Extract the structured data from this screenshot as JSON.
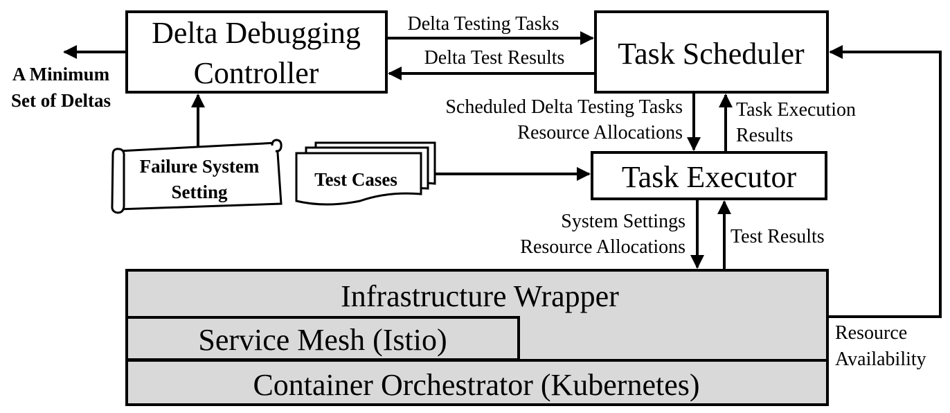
{
  "nodes": {
    "controller": {
      "line1": "Delta Debugging",
      "line2": "Controller"
    },
    "scheduler": {
      "label": "Task Scheduler"
    },
    "executor": {
      "label": "Task Executor"
    },
    "infrastructure_wrapper": {
      "label": "Infrastructure Wrapper"
    },
    "service_mesh": {
      "label": "Service Mesh (Istio)"
    },
    "container_orchestrator": {
      "label": "Container Orchestrator (Kubernetes)"
    },
    "failure_system_setting": {
      "line1": "Failure System",
      "line2": "Setting"
    },
    "test_cases": {
      "label": "Test Cases"
    },
    "output": {
      "line1": "A Minimum",
      "line2": "Set of Deltas"
    }
  },
  "edges": {
    "delta_testing_tasks": "Delta Testing Tasks",
    "delta_test_results": "Delta Test Results",
    "scheduled_tasks": {
      "line1": "Scheduled Delta Testing Tasks",
      "line2": "Resource Allocations"
    },
    "task_execution_results": {
      "line1": "Task Execution",
      "line2": "Results"
    },
    "system_settings": {
      "line1": "System Settings",
      "line2": "Resource Allocations"
    },
    "test_results": "Test Results",
    "resource_availability": {
      "line1": "Resource",
      "line2": "Availability"
    }
  },
  "colors": {
    "stroke": "#000000",
    "box_fill": "#ffffff",
    "infrastructure_fill": "#d9d9d9"
  }
}
